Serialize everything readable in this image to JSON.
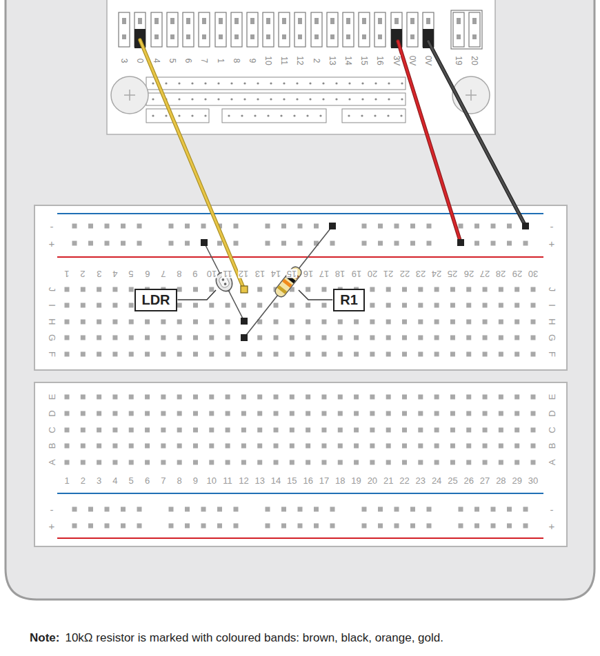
{
  "diagram": {
    "nodes": [
      {
        "text": [
          "LDR"
        ]
      },
      {
        "text": [
          "R1"
        ]
      }
    ],
    "labels": [
      "3",
      "0",
      "4",
      "5",
      "6",
      "7",
      "1",
      "8",
      "9",
      "10",
      "11",
      "12",
      "2",
      "13",
      "14",
      "15",
      "16",
      "3V",
      "0V",
      "0V",
      "19",
      "20",
      "1",
      "2",
      "3",
      "4",
      "5",
      "6",
      "7",
      "8",
      "9",
      "10",
      "11",
      "12",
      "13",
      "14",
      "15",
      "16",
      "17",
      "18",
      "19",
      "20",
      "21",
      "22",
      "23",
      "24",
      "25",
      "26",
      "27",
      "28",
      "29",
      "30",
      "J",
      "I",
      "H",
      "G",
      "F",
      "J",
      "I",
      "H",
      "G",
      "F",
      "-",
      "-",
      "+",
      "+",
      "E",
      "D",
      "C",
      "B",
      "A",
      "E",
      "D",
      "C",
      "B",
      "A",
      "1",
      "2",
      "3",
      "4",
      "5",
      "6",
      "7",
      "8",
      "9",
      "10",
      "11",
      "12",
      "13",
      "14",
      "15",
      "16",
      "17",
      "18",
      "19",
      "20",
      "21",
      "22",
      "23",
      "24",
      "25",
      "26",
      "27",
      "28",
      "29",
      "30",
      "-",
      "-",
      "+",
      "+",
      "Note:",
      "10kΩ resistor is marked with coloured bands: brown, black, orange, gold."
    ]
  }
}
